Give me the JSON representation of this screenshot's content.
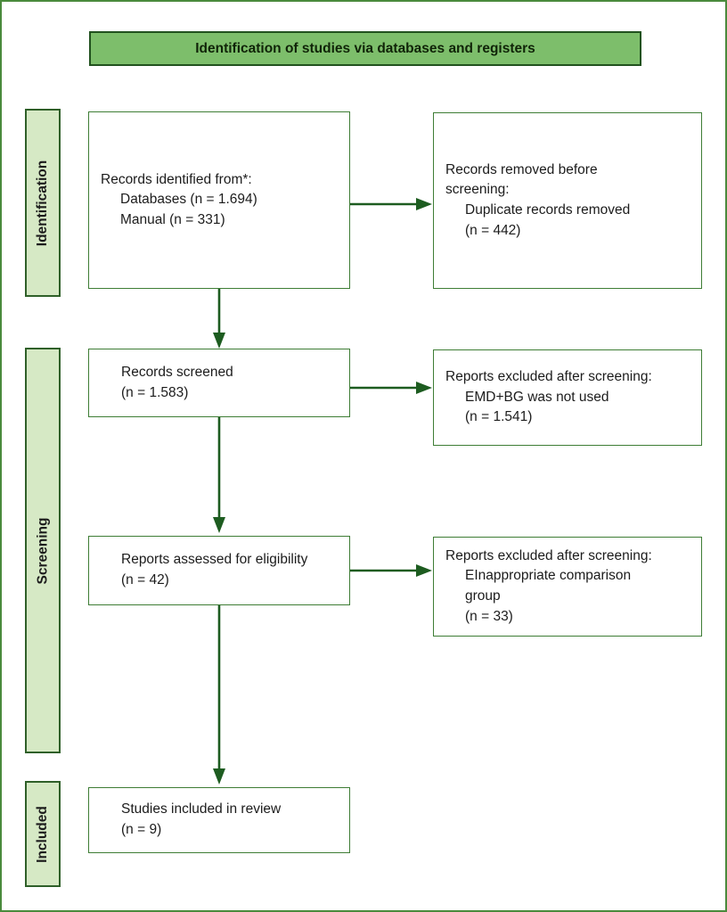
{
  "header": {
    "title": "Identification of studies via databases and registers"
  },
  "sidebar": {
    "identification": "Identification",
    "screening": "Screening",
    "included": "Included"
  },
  "boxes": {
    "records_identified": {
      "header": "Records identified from*:",
      "items": [
        "Databases (n = 1.694)",
        "Manual (n = 331)"
      ]
    },
    "records_removed": {
      "header": "Records removed before screening:",
      "items": [
        "Duplicate records removed",
        "(n = 442)"
      ]
    },
    "records_screened": {
      "lines": [
        "Records screened",
        "(n = 1.583)"
      ]
    },
    "reports_excluded_screening": {
      "header": "Reports excluded after screening:",
      "items": [
        "EMD+BG was not used",
        "(n = 1.541)"
      ]
    },
    "reports_assessed": {
      "lines": [
        "Reports assessed for eligibility",
        "(n = 42)"
      ]
    },
    "reports_excluded_eligibility": {
      "header": "Reports excluded after screening:",
      "items": [
        "EInappropriate comparison group",
        "(n = 33)"
      ]
    },
    "studies_included": {
      "lines": [
        "Studies included in review",
        "(n = 9)"
      ]
    }
  },
  "colors": {
    "title_fill": "#7dbe6b",
    "title_border": "#22521f",
    "sidebar_fill": "#d6e9c5",
    "sidebar_border": "#2f6029",
    "box_border": "#3e7d35",
    "arrow": "#1d5c20",
    "page_border": "#4a8a3c",
    "text": "#1c1c1c"
  }
}
